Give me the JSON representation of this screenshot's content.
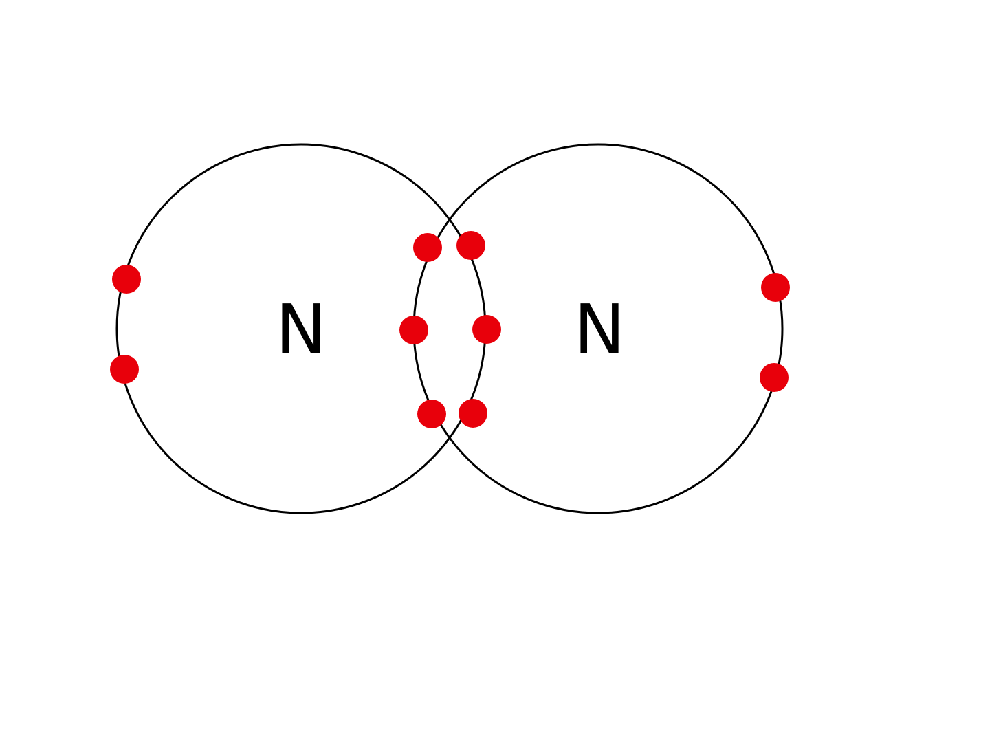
{
  "colors": {
    "background": "#ffffff",
    "shell": "#000000",
    "electron": "#e8000b"
  },
  "atoms": [
    {
      "symbol": "N",
      "lone_pair_electrons": 2,
      "side": "left"
    },
    {
      "symbol": "N",
      "lone_pair_electrons": 2,
      "side": "right"
    }
  ],
  "shared_region": {
    "shared_electrons": 6,
    "description_kind": "triple-bond"
  }
}
